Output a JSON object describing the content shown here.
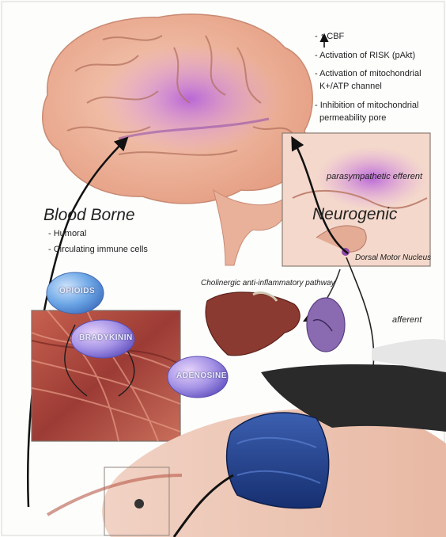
{
  "benefits": {
    "arrow_symbol": "↑",
    "items": [
      "- ↑ CBF",
      "- Activation of RISK (pAkt)",
      "- Activation of mitochondrial",
      "K+/ATP channel",
      "- Inhibition of mitochondrial",
      "permeability pore"
    ]
  },
  "pathways": {
    "blood_borne": {
      "title": "Blood Borne",
      "items": [
        "- Humoral",
        "- Circulating immune cells"
      ]
    },
    "neurogenic": {
      "title": "Neurogenic",
      "parasympathetic": "parasympathetic efferent",
      "nucleus": "Dorsal Motor Nucleus",
      "cholinergic": "Cholinergic anti-inflammatory pathway",
      "afferent": "afferent"
    }
  },
  "molecules": [
    "OPIOIDS",
    "BRADYKININ",
    "ADENOSINE"
  ],
  "colors": {
    "brain": "#f0b9a0",
    "brain_highlight": "#c77fd6",
    "muscle": "#a8493f",
    "cuff": "#1f3f8a",
    "liver": "#7a3028",
    "spleen": "#8a6ab0",
    "molecule": "#7fb3e8"
  },
  "icons": [
    "brain-illustration",
    "brainstem-inset",
    "liver-illustration",
    "spleen-illustration",
    "muscle-inset",
    "blood-pressure-cuff",
    "arm-illustration",
    "arrow-icon"
  ]
}
